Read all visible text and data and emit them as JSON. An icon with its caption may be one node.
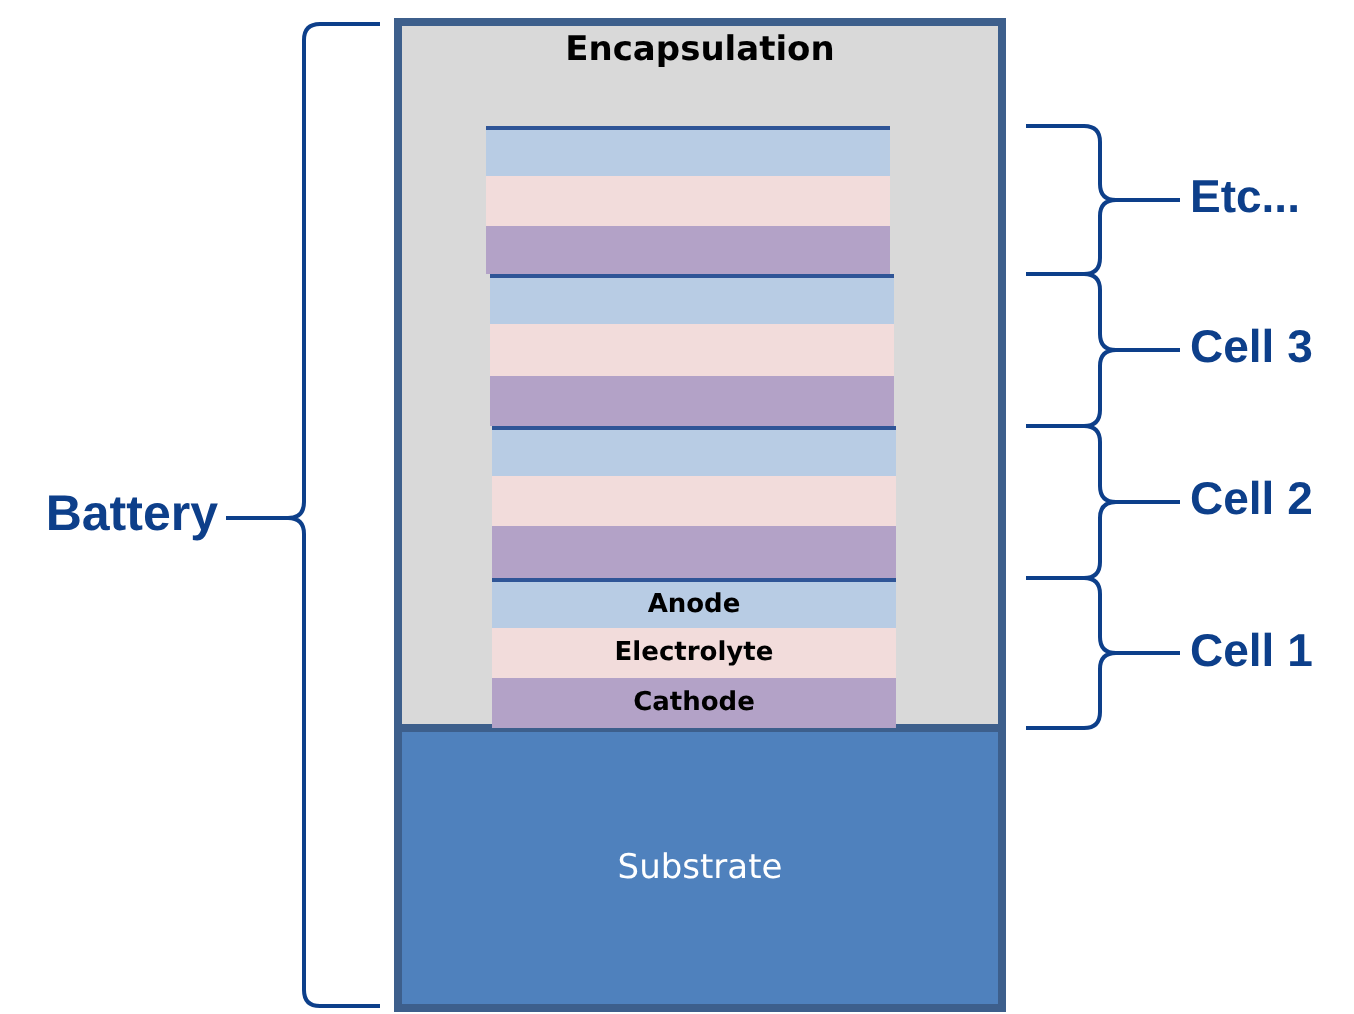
{
  "diagram": {
    "nodes": [
      {
        "text": [
          "Encapsulation"
        ]
      },
      {
        "text": [],
        "shape": "bar",
        "in": 0
      },
      {
        "text": [],
        "shape": "bar",
        "in": 0
      },
      {
        "text": [],
        "shape": "bar",
        "in": 0
      },
      {
        "text": [],
        "shape": "bar",
        "in": 0
      },
      {
        "text": [],
        "shape": "bar",
        "in": 0
      },
      {
        "text": [],
        "shape": "bar",
        "in": 0
      },
      {
        "text": [],
        "shape": "bar",
        "in": 0
      },
      {
        "text": [],
        "shape": "bar",
        "in": 0
      },
      {
        "text": [],
        "shape": "bar",
        "in": 0
      },
      {
        "text": [
          "Anode"
        ],
        "in": 0
      },
      {
        "text": [
          "Electrolyte"
        ],
        "in": 0
      },
      {
        "text": [
          "Cathode"
        ],
        "in": 0
      },
      {
        "text": [
          "Substrate"
        ]
      }
    ],
    "labels": [
      "Etc...",
      "Cell 3",
      "Battery",
      "Cell 2",
      "Cell 1"
    ]
  }
}
